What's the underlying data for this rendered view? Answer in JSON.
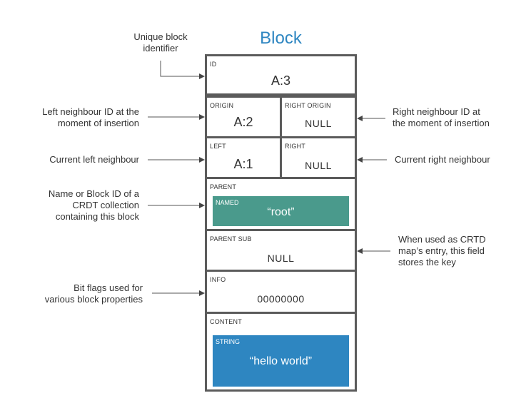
{
  "title": "Block",
  "fields": {
    "id": {
      "label": "ID",
      "value": "A:3"
    },
    "origin": {
      "label": "ORIGIN",
      "value": "A:2"
    },
    "right_origin": {
      "label": "RIGHT ORIGIN",
      "value": "NULL"
    },
    "left": {
      "label": "LEFT",
      "value": "A:1"
    },
    "right": {
      "label": "RIGHT",
      "value": "NULL"
    },
    "parent": {
      "label": "PARENT",
      "inner_label": "NAMED",
      "value": "“root”",
      "color": "#4a9a8c"
    },
    "parent_sub": {
      "label": "PARENT SUB",
      "value": "NULL"
    },
    "info": {
      "label": "INFO",
      "value": "00000000"
    },
    "content": {
      "label": "CONTENT",
      "inner_label": "STRING",
      "value": "“hello world”",
      "color": "#2e86c1"
    }
  },
  "annotations": {
    "id": [
      "Unique block",
      "identifier"
    ],
    "origin": [
      "Left neighbour ID at the",
      "moment of insertion"
    ],
    "right_origin": [
      "Right neighbour ID at",
      "the moment of insertion"
    ],
    "left": [
      "Current left neighbour"
    ],
    "right": [
      "Current right neighbour"
    ],
    "parent": [
      "Name or Block ID of a",
      "CRDT collection",
      "containing this block"
    ],
    "parent_sub": [
      "When used as CRTD",
      "map’s entry, this field",
      "stores the key"
    ],
    "info": [
      "Bit flags used for",
      "various block properties"
    ]
  }
}
